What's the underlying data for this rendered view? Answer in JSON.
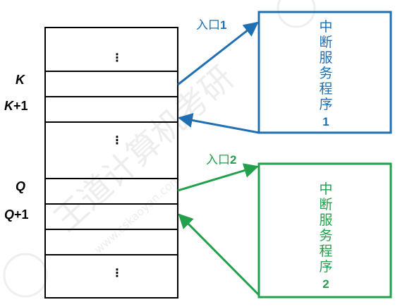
{
  "rows": {
    "k_label": "K",
    "k1_label_var": "K",
    "k1_label_suffix": "+1",
    "q_label": "Q",
    "q1_label_var": "Q",
    "q1_label_suffix": "+1",
    "ellipsis": "⋮"
  },
  "entries": {
    "entry1_text": "入口",
    "entry1_num": "1",
    "entry2_text": "入口",
    "entry2_num": "2"
  },
  "isr1": {
    "chars": [
      "中",
      "断",
      "服",
      "务",
      "程",
      "序"
    ],
    "num": "1"
  },
  "isr2": {
    "chars": [
      "中",
      "断",
      "服",
      "务",
      "程",
      "序"
    ],
    "num": "2"
  },
  "colors": {
    "blue": "#1f6fb2",
    "green": "#22a04b",
    "black": "#000000"
  },
  "watermark": {
    "brand": "王道计算机考研",
    "site": "www.cskaoyan.com"
  }
}
